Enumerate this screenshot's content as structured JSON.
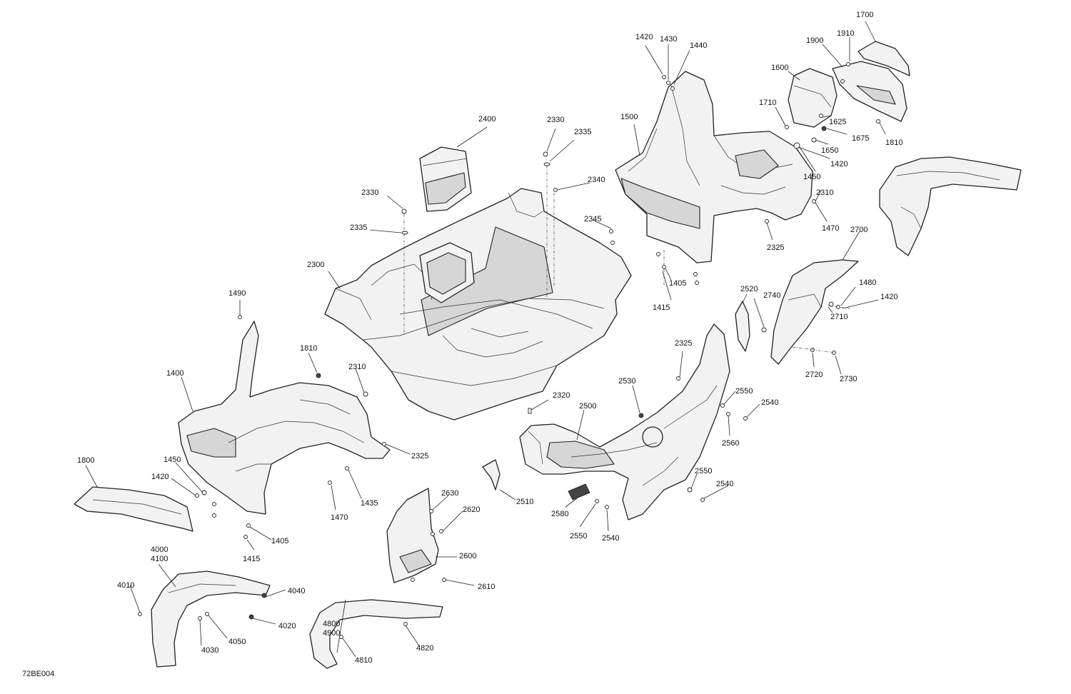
{
  "diagram_code": "72BE004",
  "callouts": {
    "c1420a": "1420",
    "c1430": "1430",
    "c1440": "1440",
    "c1700": "1700",
    "c1900": "1900",
    "c1910": "1910",
    "c1600": "1600",
    "c1710": "1710",
    "c1625": "1625",
    "c1675": "1675",
    "c1810a": "1810",
    "c1650": "1650",
    "c1420b": "1420",
    "c1450a": "1450",
    "c2310a": "2310",
    "c1470a": "1470",
    "c1500": "1500",
    "c2400": "2400",
    "c2330a": "2330",
    "c2335a": "2335",
    "c2340": "2340",
    "c2330b": "2330",
    "c2345": "2345",
    "c2335b": "2335",
    "c2325a": "2325",
    "c2700": "2700",
    "c1405a": "1405",
    "c1480": "1480",
    "c1420c": "1420",
    "c2300": "2300",
    "c1415a": "1415",
    "c2520": "2520",
    "c2740": "2740",
    "c1490": "1490",
    "c2710": "2710",
    "c2325b": "2325",
    "c1810b": "1810",
    "c2720": "2720",
    "c2730": "2730",
    "c2310b": "2310",
    "c1400": "1400",
    "c2530": "2530",
    "c2550a": "2550",
    "c2540a": "2540",
    "c2320": "2320",
    "c2500": "2500",
    "c2560": "2560",
    "c2325c": "2325",
    "c1800": "1800",
    "c1450b": "1450",
    "c2550b": "2550",
    "c1420d": "1420",
    "c2540b": "2540",
    "c2630": "2630",
    "c1435": "1435",
    "c2510": "2510",
    "c2620": "2620",
    "c1470b": "1470",
    "c2580": "2580",
    "c2550c": "2550",
    "c2540c": "2540",
    "c1405b": "1405",
    "c1415b": "1415",
    "c2600": "2600",
    "c4000": "4000",
    "c4100": "4100",
    "c4800": "4800",
    "c4900": "4900",
    "c4010": "4010",
    "c4040": "4040",
    "c2610": "2610",
    "c4020": "4020",
    "c4050": "4050",
    "c4030": "4030",
    "c4810": "4810",
    "c4820": "4820"
  }
}
